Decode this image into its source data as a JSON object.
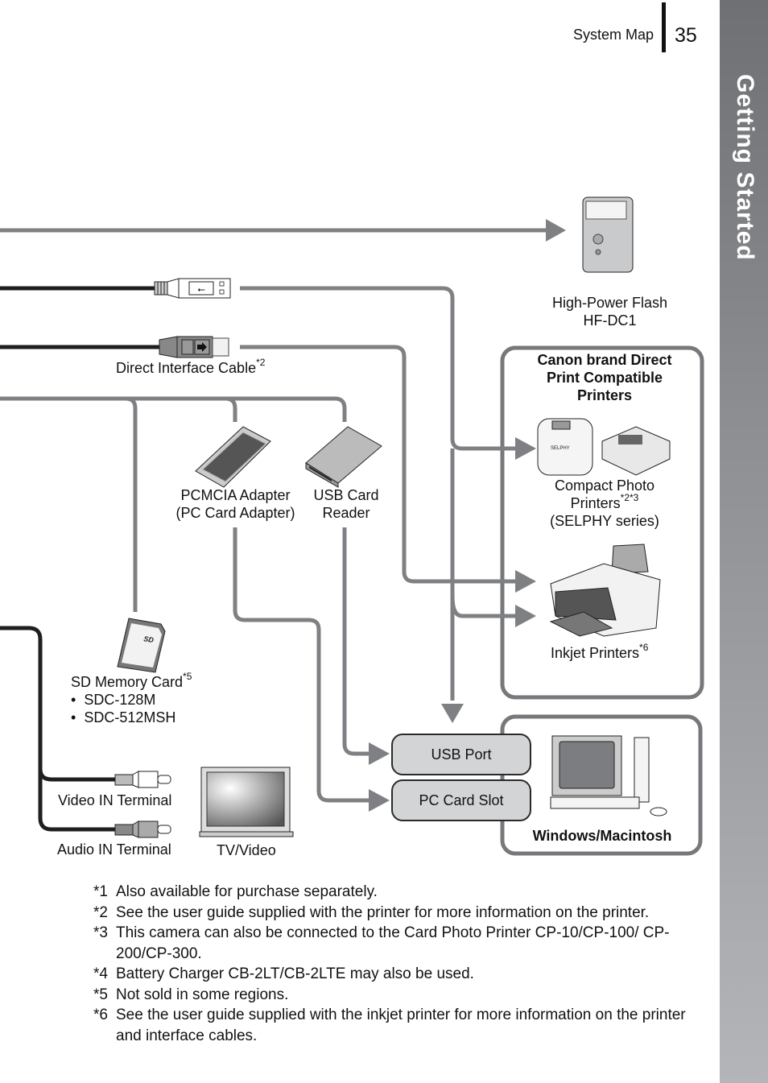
{
  "header": {
    "section_title": "System Map",
    "page_number": "35"
  },
  "side_tab": {
    "label": "Getting Started"
  },
  "diagram": {
    "flash": {
      "name": "High-Power Flash",
      "model": "HF-DC1"
    },
    "cable": {
      "label": "Direct Interface Cable",
      "note": "*2"
    },
    "pcmcia": {
      "line1": "PCMCIA Adapter",
      "line2": "(PC Card Adapter)"
    },
    "usb_reader": {
      "line1": "USB Card",
      "line2": "Reader"
    },
    "printers_group": {
      "title_line1": "Canon brand Direct",
      "title_line2": "Print Compatible",
      "title_line3": "Printers"
    },
    "compact_printers": {
      "line1": "Compact Photo",
      "line2": "Printers",
      "note": "*2*3",
      "line3": "(SELPHY series)"
    },
    "inkjet": {
      "label": "Inkjet Printers",
      "note": "*6"
    },
    "sd_card": {
      "label": "SD Memory Card",
      "note": "*5",
      "models": [
        "SDC-128M",
        "SDC-512MSH"
      ],
      "bullet": "•"
    },
    "video_in": "Video IN Terminal",
    "audio_in": "Audio IN Terminal",
    "tv": "TV/Video",
    "usb_port": "USB Port",
    "pc_card_slot": "PC Card Slot",
    "computer": "Windows/Macintosh",
    "colors": {
      "connector": "#7f8083",
      "cable": "#1f1f1f",
      "group_border": "#77787b",
      "port_fill": "#d3d4d6"
    }
  },
  "footnotes": [
    {
      "mark": "*1",
      "text": "Also available for purchase separately."
    },
    {
      "mark": "*2",
      "text": "See the user guide supplied with the printer for more information on the printer."
    },
    {
      "mark": "*3",
      "text": "This camera can also be connected to the Card Photo Printer CP-10/CP-100/ CP-200/CP-300."
    },
    {
      "mark": "*4",
      "text": "Battery Charger CB-2LT/CB-2LTE may also be used."
    },
    {
      "mark": "*5",
      "text": "Not sold in some regions."
    },
    {
      "mark": "*6",
      "text": "See the user guide supplied with the inkjet printer for more information on the printer and interface cables."
    }
  ]
}
